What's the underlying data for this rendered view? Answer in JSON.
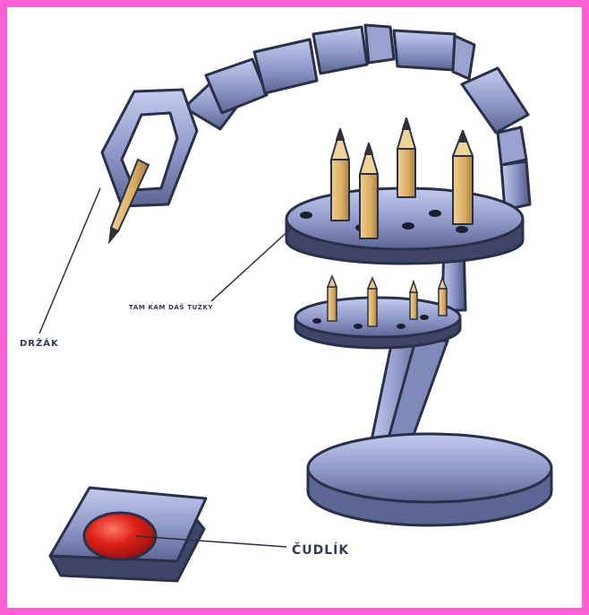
{
  "labels": {
    "holder": "DRŽÁK",
    "pencil_tray": "TAM KAM DÁŠ TUŽKY",
    "button": "ČUDLÍK"
  },
  "colors": {
    "frame": "#ff5fd4",
    "metal": "#8e98c8",
    "metal_light": "#b7c0e6",
    "metal_dark": "#3a4160",
    "pencil_wood": "#d9ad64",
    "button_red": "#e0221a"
  }
}
